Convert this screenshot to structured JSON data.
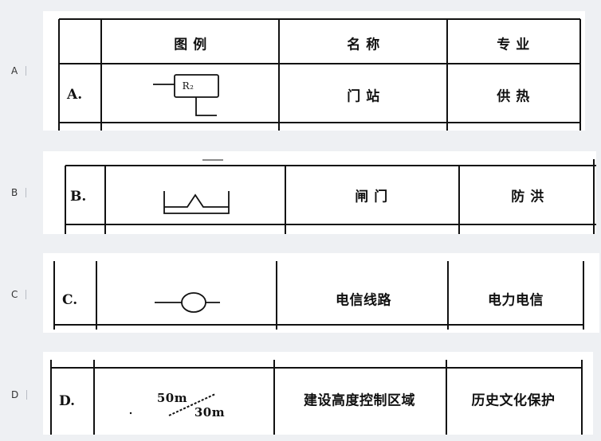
{
  "options": [
    {
      "letter": "A",
      "header": {
        "legend": "图  例",
        "name": "名  称",
        "discipline": "专  业"
      },
      "row": {
        "label": "A.",
        "symbol_text": "R₂",
        "name": "门  站",
        "discipline": "供  热"
      }
    },
    {
      "letter": "B",
      "row": {
        "label": "B.",
        "name": "闸    门",
        "discipline": "防  洪"
      }
    },
    {
      "letter": "C",
      "row": {
        "label": "C.",
        "name": "电信线路",
        "discipline": "电力电信"
      }
    },
    {
      "letter": "D",
      "row": {
        "label": "D.",
        "symbol_text_1": "50m",
        "symbol_text_2": "30m",
        "name": "建设高度控制区域",
        "discipline": "历史文化保护"
      }
    }
  ]
}
